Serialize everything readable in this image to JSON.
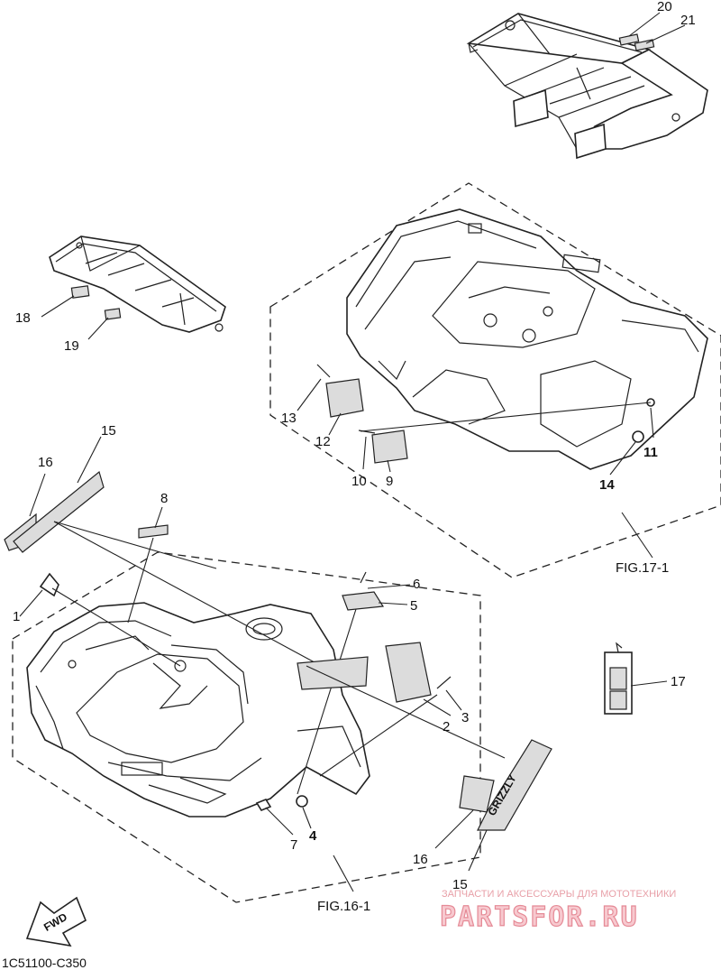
{
  "labels": {
    "p1": "1",
    "p2": "2",
    "p3": "3",
    "p4": "4",
    "p5": "5",
    "p6": "6",
    "p7": "7",
    "p8": "8",
    "p9": "9",
    "p10": "10",
    "p11": "11",
    "p12": "12",
    "p13": "13",
    "p14": "14",
    "p15a": "15",
    "p15b": "15",
    "p16a": "16",
    "p16b": "16",
    "p17": "17",
    "p18": "18",
    "p19": "19",
    "p20": "20",
    "p21": "21"
  },
  "figures": {
    "rear": "FIG.17-1",
    "front": "FIG.16-1"
  },
  "diagram_code": "1C51100-C350",
  "fwd_arrow": "FWD",
  "decal_text": "GRIZZLY",
  "watermark": {
    "tagline": "ЗАПЧАСТИ И АКСЕССУАРЫ ДЛЯ МОТОТЕХНИКИ",
    "brand": "PARTSFOR.RU"
  }
}
